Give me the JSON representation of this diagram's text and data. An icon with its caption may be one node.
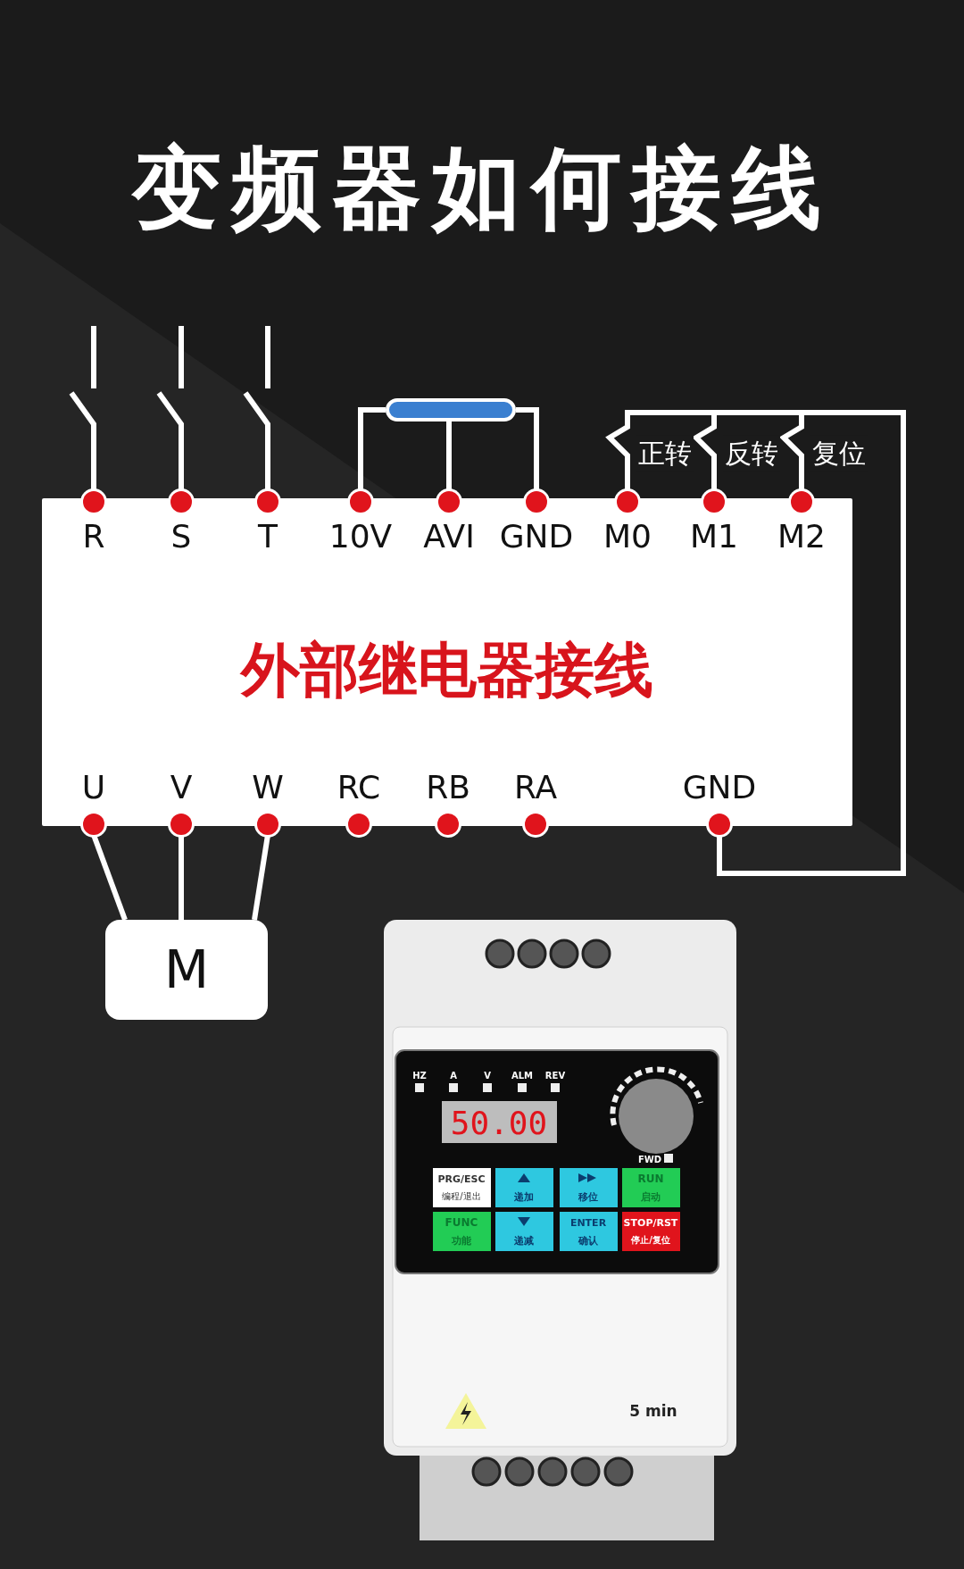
{
  "diagram": {
    "title": "变频器如何接线",
    "nodes": [
      {
        "text": [
          "外部继电器接线"
        ]
      },
      {
        "text": [
          "R"
        ],
        "in": 0
      },
      {
        "text": [
          "S"
        ],
        "in": 0
      },
      {
        "text": [
          "T"
        ],
        "in": 0
      },
      {
        "text": [
          "10V"
        ],
        "in": 0
      },
      {
        "text": [
          "AVI"
        ],
        "in": 0
      },
      {
        "text": [
          "GND"
        ],
        "in": 0
      },
      {
        "text": [
          "M0"
        ],
        "in": 0
      },
      {
        "text": [
          "M1"
        ],
        "in": 0
      },
      {
        "text": [
          "M2"
        ],
        "in": 0
      },
      {
        "text": [
          "U"
        ],
        "in": 0
      },
      {
        "text": [
          "V"
        ],
        "in": 0
      },
      {
        "text": [
          "W"
        ],
        "in": 0
      },
      {
        "text": [
          "RC"
        ],
        "in": 0
      },
      {
        "text": [
          "RB"
        ],
        "in": 0
      },
      {
        "text": [
          "RA"
        ],
        "in": 0
      },
      {
        "text": [
          "GND"
        ],
        "in": 0
      },
      {
        "text": [
          "M"
        ]
      },
      {
        "text": [],
        "shape": "bar"
      }
    ],
    "edges": [
      {
        "from": null,
        "to": 1,
        "arrow": "none"
      },
      {
        "from": null,
        "to": 2,
        "arrow": "none"
      },
      {
        "from": null,
        "to": 3,
        "arrow": "none"
      },
      {
        "from": 18,
        "to": 4,
        "arrow": "none"
      },
      {
        "from": 18,
        "to": 5,
        "arrow": "none"
      },
      {
        "from": 18,
        "to": 6,
        "arrow": "none"
      },
      {
        "from": 7,
        "to": 16,
        "arrow": "none",
        "label": "正转"
      },
      {
        "from": 8,
        "to": 16,
        "arrow": "none",
        "label": "反转"
      },
      {
        "from": 9,
        "to": 16,
        "arrow": "none",
        "label": "复位"
      },
      {
        "from": 10,
        "to": 17,
        "arrow": "none"
      },
      {
        "from": 11,
        "to": 17,
        "arrow": "none"
      },
      {
        "from": 12,
        "to": 17,
        "arrow": "none"
      }
    ],
    "labels": [
      "HZ",
      "A",
      "V",
      "ALM",
      "REV",
      "50.00",
      "FWD",
      "PRG/ESC",
      "编程/退出",
      "递加",
      "移位",
      "RUN",
      "启动",
      "FUNC",
      "功能",
      "递减",
      "ENTER",
      "确认",
      "STOP/RST",
      "停止/复位",
      "5 min"
    ]
  }
}
